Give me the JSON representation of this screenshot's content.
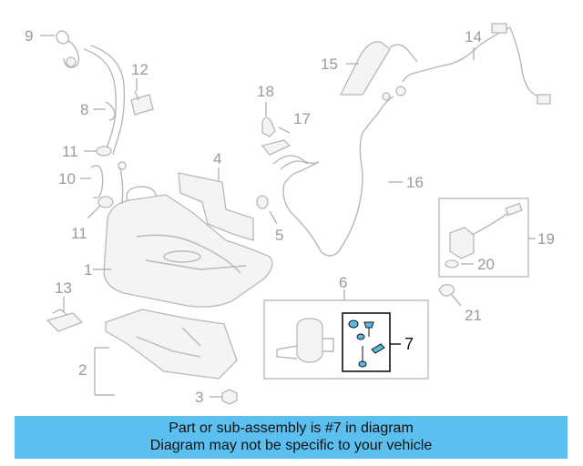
{
  "diagram": {
    "callouts": [
      "1",
      "2",
      "3",
      "4",
      "5",
      "6",
      "7",
      "8",
      "9",
      "10",
      "11",
      "11",
      "12",
      "13",
      "14",
      "15",
      "16",
      "17",
      "18",
      "19",
      "20",
      "21"
    ],
    "highlight_callout": "7",
    "highlight_color": "#111111",
    "part_color": "#b8b8b8"
  },
  "banner": {
    "line1": "Part or sub-assembly is #7 in diagram",
    "line2": "Diagram may not be specific to your vehicle",
    "background": "#5bc0f0"
  }
}
